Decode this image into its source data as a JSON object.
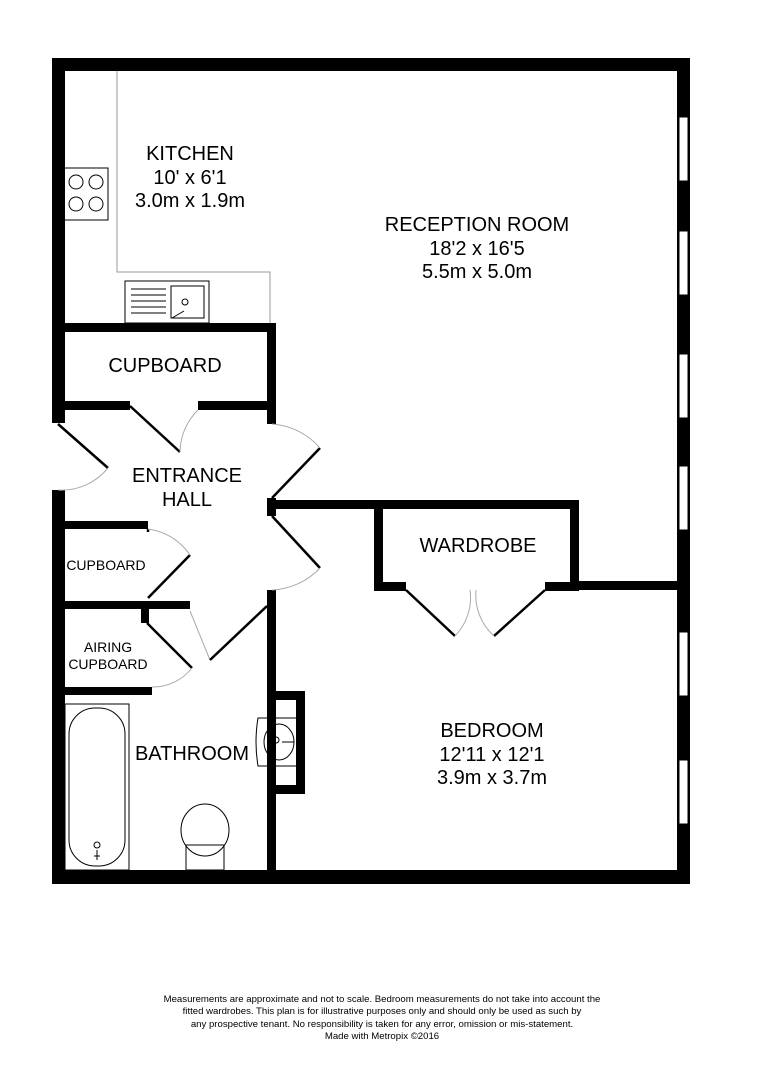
{
  "rooms": {
    "kitchen": {
      "name": "KITCHEN",
      "imperial": "10' x 6'1",
      "metric": "3.0m x 1.9m"
    },
    "reception": {
      "name": "RECEPTION ROOM",
      "imperial": "18'2 x 16'5",
      "metric": "5.5m x 5.0m"
    },
    "cupboard_top": {
      "name": "CUPBOARD"
    },
    "entrance_hall": {
      "name_line1": "ENTRANCE",
      "name_line2": "HALL"
    },
    "wardrobe": {
      "name": "WARDROBE"
    },
    "cupboard_small": {
      "name": "CUPBOARD"
    },
    "airing_cupboard": {
      "name_line1": "AIRING",
      "name_line2": "CUPBOARD"
    },
    "bathroom": {
      "name": "BATHROOM"
    },
    "bedroom": {
      "name": "BEDROOM",
      "imperial": "12'11 x 12'1",
      "metric": "3.9m x 3.7m"
    }
  },
  "disclaimer": {
    "line1": "Measurements are approximate and not to scale.  Bedroom measurements do not take into account the",
    "line2": "fitted wardrobes.  This plan is for illustrative purposes only and should only be used as such by",
    "line3": "any prospective tenant. No responsibility is taken for any error, omission or mis-statement.",
    "line4": "Made with Metropix ©2016"
  }
}
